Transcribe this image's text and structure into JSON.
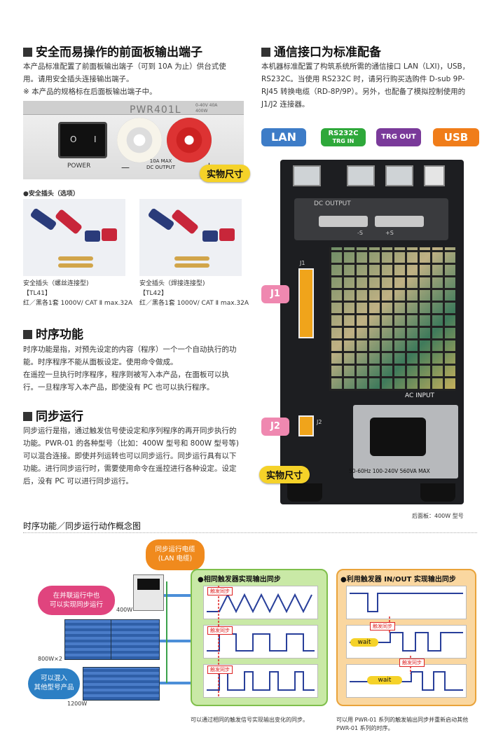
{
  "sections": {
    "front_terminals": {
      "title": "安全而易操作的前面板输出端子",
      "body": "本产品标准配置了前面板输出端子（可到 10A 为止）供台式使用。请用安全插头连接输出端子。\n※ 本产品的规格标在后面板输出端子中。"
    },
    "comm_interface": {
      "title": "通信接口为标准配备",
      "body": "本机器标准配置了构筑系统所需的通信接口 LAN（LXI)，USB，RS232C。当使用 RS232C 时，请另行购买选购件 D-sub 9P-RJ45 转换电缆（RD-8P/9P）。另外，也配备了模拟控制使用的 J1/J2 连接器。"
    },
    "sequence": {
      "title": "时序功能",
      "body": "时序功能是指，对预先设定的内容（程序）一个一个自动执行的功能。时序程序不能从面板设定。使用命令做成。\n在遥控一旦执行时序程序，程序则被写入本产品，在面板可以执行。一旦程序写入本产品，即使没有 PC 也可以执行程序。"
    },
    "sync": {
      "title": "同步运行",
      "body": "同步运行是指，通过触发信号使设定和序列程序的再开同步执行的功能。PWR-01 的各种型号（比如：400W 型号和 800W 型号等)可以混合连接。即使并列运转也可以同步运行。同步运行具有以下功能。进行同步运行时，需要使用命令在遥控进行各种设定。设定后，没有 PC 可以进行同步运行。"
    }
  },
  "front_panel": {
    "model": "PWR401L",
    "spec": "0-40V 40A\n400W",
    "power_label": "POWER",
    "switch_o": "O",
    "switch_i": "I",
    "minus": "—",
    "plus": "+",
    "dc_output": "10A MAX\nDC OUTPUT",
    "actual_size": "实物尺寸"
  },
  "options": {
    "heading": "●安全插头（选项）",
    "items": [
      {
        "name": "安全插头（螺丝连接型)",
        "code": "【TL41】",
        "desc": "红／黑各1套 1000V/ CAT Ⅱ max.32A"
      },
      {
        "name": "安全插头（焊接连接型)",
        "code": "【TL42】",
        "desc": "红／黑各1套 1000V/ CAT Ⅱ max.32A"
      }
    ]
  },
  "rear_panel": {
    "tags": {
      "lan": "LAN",
      "rs232c": "RS232C",
      "trg_in": "TRG IN",
      "trg_out": "TRG OUT",
      "usb": "USB",
      "j1": "J1",
      "j2": "J2"
    },
    "dc_output": "DC OUTPUT",
    "s_minus": "-S",
    "s_plus": "+S",
    "j1_small": "J1",
    "j2_small": "J2",
    "ac_input": "AC INPUT",
    "ac_spec": "50-60Hz 100-240V 560VA MAX",
    "actual_size": "实物尺寸",
    "caption": "后面板：400W 型号"
  },
  "diagram": {
    "title": "时序功能／同步运行动作概念图",
    "cable": "同步运行电缆\n(LAN 电缆)",
    "parallel": "在并联运行中也\n可以实现同步运行",
    "mix": "可以混入\n其他型号产品",
    "label_400": "400W",
    "label_800": "800W×2",
    "label_1200": "1200W",
    "panel_left": {
      "title": "●相同触发器实现输出同步",
      "trigger": "触发同步",
      "caption": "可以通过相同的触发信号实现输出变化的同步。"
    },
    "panel_right": {
      "title": "●利用触发器 IN/OUT 实现输出同步",
      "trigger": "触发同步",
      "wait": "wait",
      "caption": "可以用 PWR-01 系列的触发输出同步并重新启动其他 PWR-01 系列的时序。"
    }
  },
  "colors": {
    "lan": "#3d7cc7",
    "rs232c": "#2ea83a",
    "trg_out": "#7a3a9a",
    "usb": "#f07d1a",
    "j": "#ef88b0",
    "badge": "#f5d229",
    "panel_green": "#9bd36a",
    "panel_orange": "#f2a640"
  }
}
